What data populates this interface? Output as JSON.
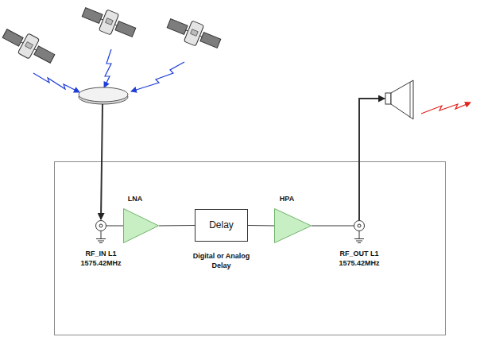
{
  "diagram": {
    "nodes": [
      {
        "text": [
          "RF_IN L1 1575.42MHz"
        ]
      },
      {
        "text": [
          "LNA"
        ]
      },
      {
        "text": [
          "Delay",
          "Digital or Analog Delay"
        ]
      },
      {
        "text": [
          "HPA"
        ]
      },
      {
        "text": [
          "RF_OUT L1 1575.42MHz"
        ]
      }
    ],
    "edges": [
      {
        "from": 0,
        "to": 1,
        "arrow": "none"
      },
      {
        "from": 1,
        "to": 2,
        "arrow": "none"
      },
      {
        "from": 2,
        "to": 3,
        "arrow": "none"
      },
      {
        "from": 3,
        "to": 4,
        "arrow": "none"
      }
    ]
  }
}
